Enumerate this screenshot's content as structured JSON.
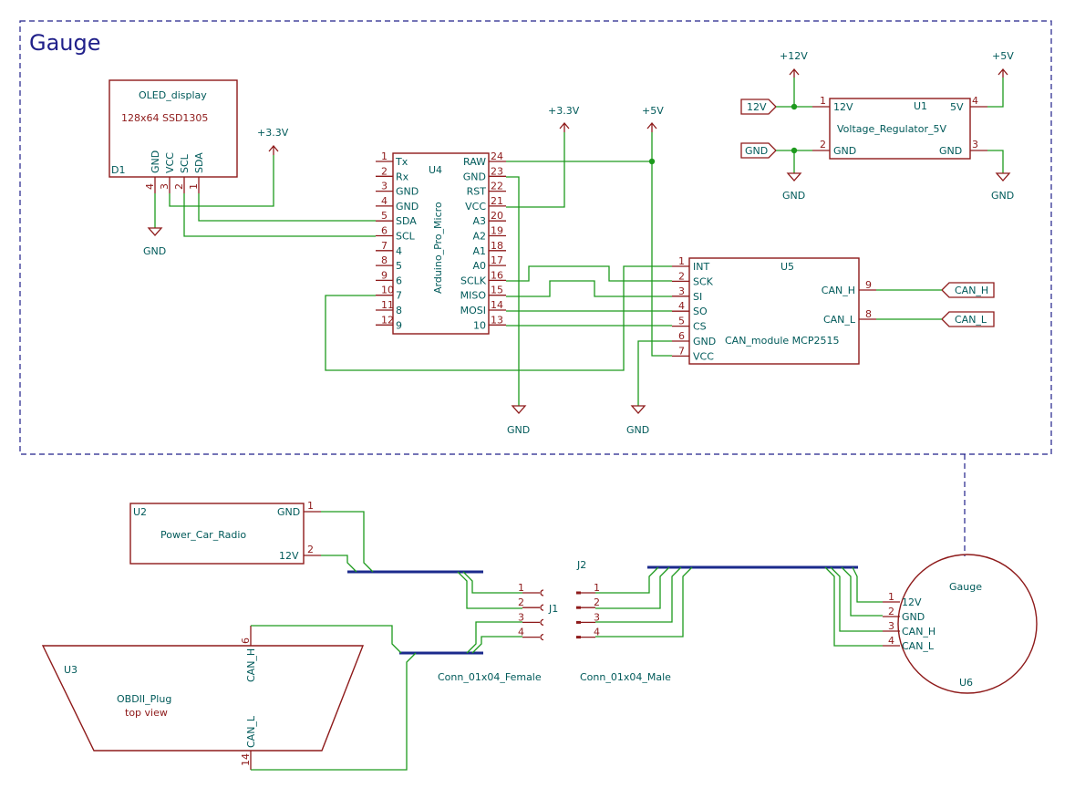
{
  "sheet_title": "Gauge",
  "components": {
    "d1": {
      "ref": "D1",
      "value": "OLED_display",
      "sub": "128x64 SSD1305",
      "pins": [
        {
          "name": "GND",
          "num": "4"
        },
        {
          "name": "VCC",
          "num": "3"
        },
        {
          "name": "SCL",
          "num": "2"
        },
        {
          "name": "SDA",
          "num": "1"
        }
      ]
    },
    "u4": {
      "ref": "U4",
      "value": "Arduino_Pro_Micro",
      "left_pins": [
        {
          "num": "1",
          "name": "Tx"
        },
        {
          "num": "2",
          "name": "Rx"
        },
        {
          "num": "3",
          "name": "GND"
        },
        {
          "num": "4",
          "name": "GND"
        },
        {
          "num": "5",
          "name": "SDA"
        },
        {
          "num": "6",
          "name": "SCL"
        },
        {
          "num": "7",
          "name": "4"
        },
        {
          "num": "8",
          "name": "5"
        },
        {
          "num": "9",
          "name": "6"
        },
        {
          "num": "10",
          "name": "7"
        },
        {
          "num": "11",
          "name": "8"
        },
        {
          "num": "12",
          "name": "9"
        }
      ],
      "right_pins": [
        {
          "num": "24",
          "name": "RAW"
        },
        {
          "num": "23",
          "name": "GND"
        },
        {
          "num": "22",
          "name": "RST"
        },
        {
          "num": "21",
          "name": "VCC"
        },
        {
          "num": "20",
          "name": "A3"
        },
        {
          "num": "19",
          "name": "A2"
        },
        {
          "num": "18",
          "name": "A1"
        },
        {
          "num": "17",
          "name": "A0"
        },
        {
          "num": "16",
          "name": "SCLK"
        },
        {
          "num": "15",
          "name": "MISO"
        },
        {
          "num": "14",
          "name": "MOSI"
        },
        {
          "num": "13",
          "name": "10"
        }
      ]
    },
    "u5": {
      "ref": "U5",
      "value": "CAN_module MCP2515",
      "left_pins": [
        {
          "num": "1",
          "name": "INT"
        },
        {
          "num": "2",
          "name": "SCK"
        },
        {
          "num": "3",
          "name": "SI"
        },
        {
          "num": "4",
          "name": "SO"
        },
        {
          "num": "5",
          "name": "CS"
        },
        {
          "num": "6",
          "name": "GND"
        },
        {
          "num": "7",
          "name": "VCC"
        }
      ],
      "right_pins": [
        {
          "num": "9",
          "name": "CAN_H"
        },
        {
          "num": "8",
          "name": "CAN_L"
        }
      ]
    },
    "u1": {
      "ref": "U1",
      "value": "Voltage_Regulator_5V",
      "pins": [
        {
          "num": "1",
          "name": "12V"
        },
        {
          "num": "2",
          "name": "GND"
        },
        {
          "num": "4",
          "name": "5V"
        },
        {
          "num": "3",
          "name": "GND"
        }
      ]
    },
    "u2": {
      "ref": "U2",
      "value": "Power_Car_Radio",
      "pins": [
        {
          "num": "1",
          "name": "GND"
        },
        {
          "num": "2",
          "name": "12V"
        }
      ]
    },
    "u3": {
      "ref": "U3",
      "value": "OBDII_Plug",
      "sub": "top view",
      "pins": [
        {
          "num": "6",
          "name": "CAN_H"
        },
        {
          "num": "14",
          "name": "CAN_L"
        }
      ]
    },
    "u6": {
      "ref": "U6",
      "value": "Gauge",
      "pins": [
        {
          "num": "1",
          "name": "12V"
        },
        {
          "num": "2",
          "name": "GND"
        },
        {
          "num": "3",
          "name": "CAN_H"
        },
        {
          "num": "4",
          "name": "CAN_L"
        }
      ]
    },
    "j1": {
      "ref": "J1",
      "value": "Conn_01x04_Female",
      "pins": [
        "1",
        "2",
        "3",
        "4"
      ]
    },
    "j2": {
      "ref": "J2",
      "value": "Conn_01x04_Male",
      "pins": [
        "1",
        "2",
        "3",
        "4"
      ]
    }
  },
  "power": {
    "v33": "+3.3V",
    "v5": "+5V",
    "v12": "+12V",
    "gnd": "GND"
  },
  "labels": {
    "in_12v": "12V",
    "in_gnd": "GND",
    "can_h": "CAN_H",
    "can_l": "CAN_L"
  },
  "colors": {
    "wire": "#1d9a1d",
    "symbol": "#8e1a1a",
    "text": "#005a5a",
    "bus": "#1b2a8c",
    "border": "#20208a"
  }
}
